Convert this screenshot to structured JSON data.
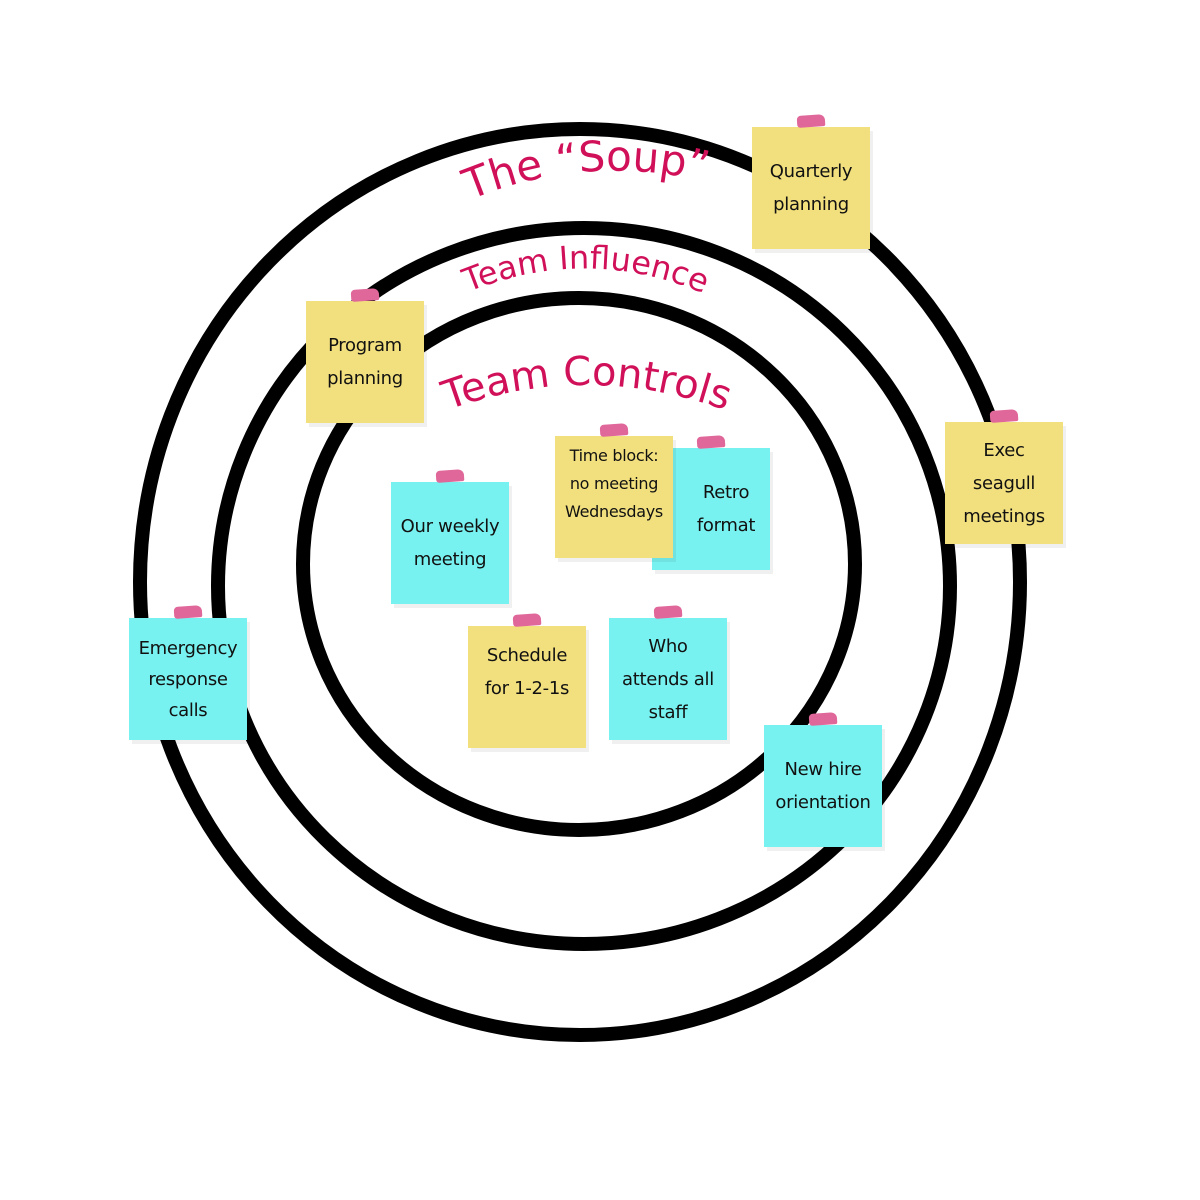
{
  "colors": {
    "ring": "#000000",
    "label": "#d1105a",
    "yellow": "#f2e07e",
    "cyan": "#78f2f0",
    "tape": "#e0679a"
  },
  "labels": {
    "soup": "The “Soup”",
    "influences": "Team Influences",
    "controls": "Team Controls"
  },
  "notes": [
    {
      "text": "Quarterly\nplanning",
      "color": "yellow"
    },
    {
      "text": "Program\nplanning",
      "color": "yellow"
    },
    {
      "text": "Exec\nseagull\nmeetings",
      "color": "yellow"
    },
    {
      "text": "Retro\nformat",
      "color": "cyan"
    },
    {
      "text": "Time block:\nno meeting\nWednesdays",
      "color": "yellow"
    },
    {
      "text": "Our weekly\nmeeting",
      "color": "cyan"
    },
    {
      "text": "Emergency\nresponse\ncalls",
      "color": "cyan"
    },
    {
      "text": "Schedule\nfor 1-2-1s",
      "color": "yellow"
    },
    {
      "text": "Who\nattends all\nstaff",
      "color": "cyan"
    },
    {
      "text": "New hire\norientation",
      "color": "cyan"
    }
  ]
}
